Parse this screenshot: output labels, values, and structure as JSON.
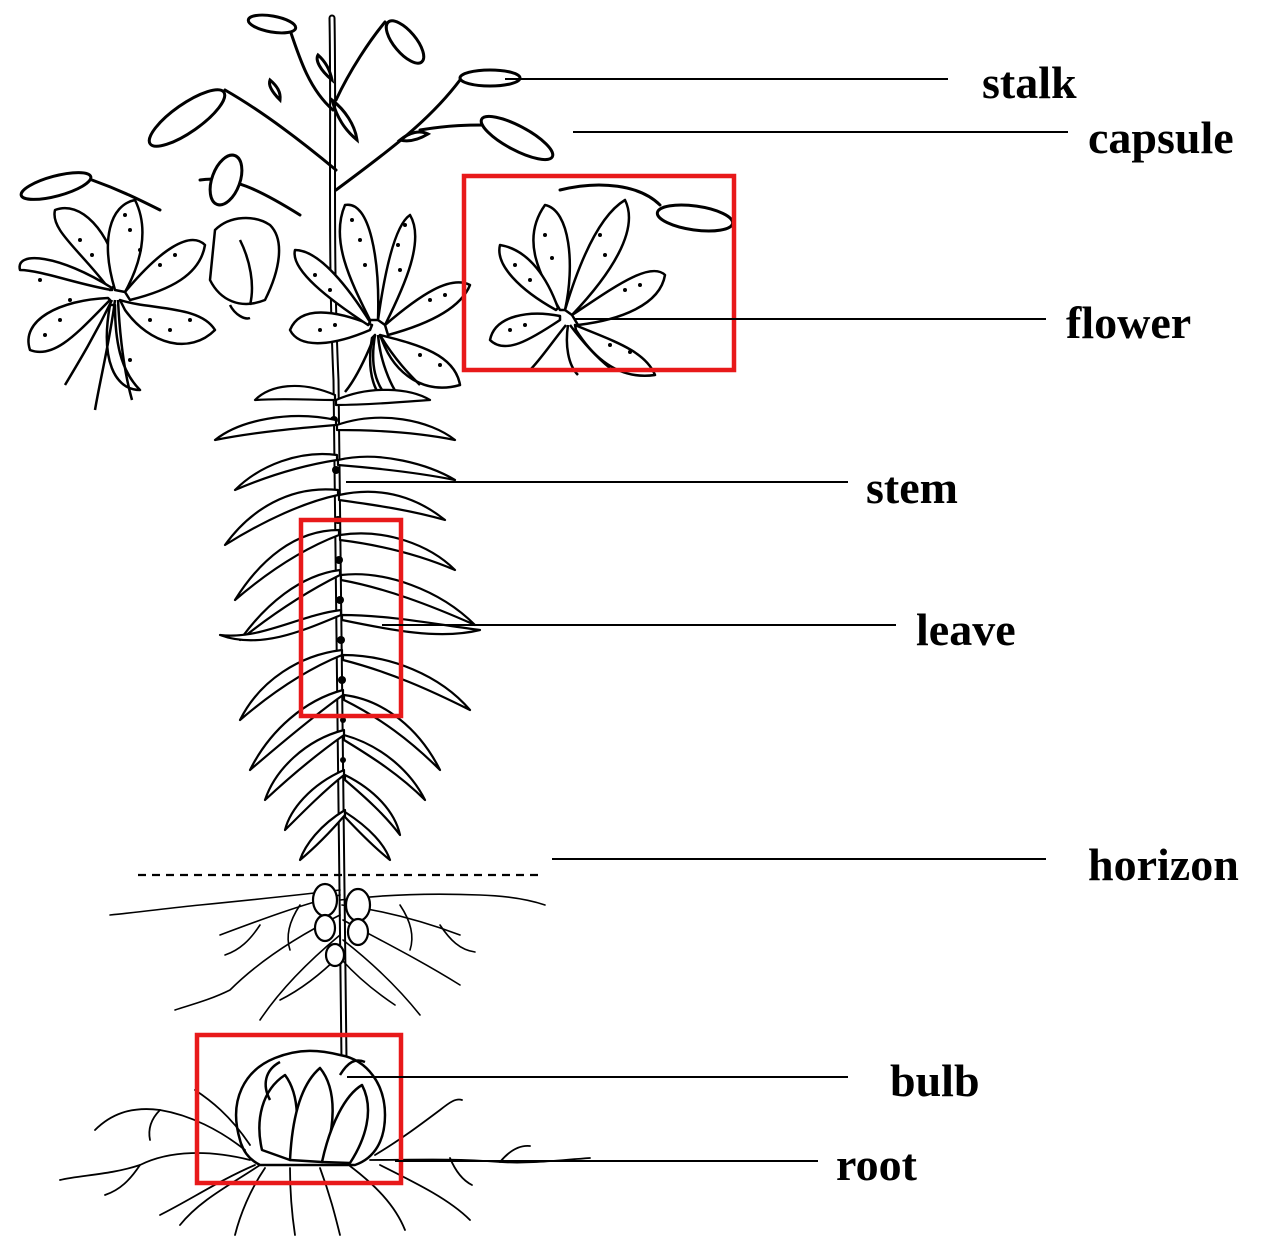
{
  "labels": {
    "stalk": "stalk",
    "capsule": "capsule",
    "flower": "flower",
    "stem": "stem",
    "leave": "leave",
    "horizon": "horizon",
    "bulb": "bulb",
    "root": "root"
  },
  "colors": {
    "ink": "#000000",
    "highlight": "#e8191a",
    "background": "#ffffff"
  }
}
